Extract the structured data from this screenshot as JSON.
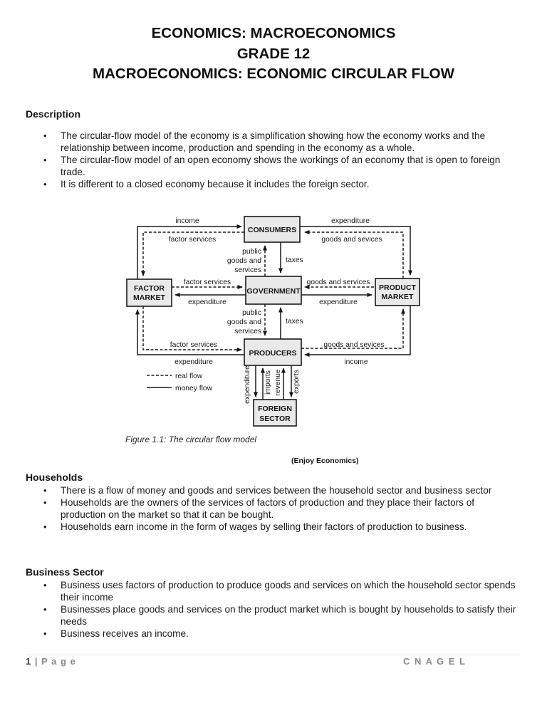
{
  "document": {
    "title_lines": [
      "ECONOMICS: MACROECONOMICS",
      "GRADE 12",
      "MACROECONOMICS: ECONOMIC CIRCULAR FLOW"
    ]
  },
  "glyphs": {
    "bullet": "•"
  },
  "description": {
    "heading": "Description",
    "bullets": [
      "The circular-flow model of the economy is a simplification showing how the economy works and the relationship between income, production and spending in the economy as a whole.",
      "The circular-flow model of an open economy shows the workings of an economy that is open to foreign trade.",
      "It is different to a closed economy because it includes the foreign sector."
    ]
  },
  "diagram": {
    "boxes": {
      "consumers": "CONSUMERS",
      "government": "GOVERNMENT",
      "producers": "PRODUCERS",
      "factor_market": [
        "FACTOR",
        "MARKET"
      ],
      "product_market": [
        "PRODUCT",
        "MARKET"
      ],
      "foreign_sector": [
        "FOREIGN",
        "SECTOR"
      ]
    },
    "flows": {
      "income": "income",
      "factor_services": "factor services",
      "expenditure": "expenditure",
      "goods_and_sevices": "goods and sevices",
      "goods_and_services": "goods and services",
      "public_goods_line1": "public",
      "public_goods_line2": "goods and",
      "public_goods_line3": "services",
      "taxes": "taxes",
      "imports": "imports",
      "revenue": "revenue",
      "exports": "exports"
    },
    "legend": {
      "real": "real flow",
      "money": "money flow"
    },
    "caption": "Figure 1.1: The circular flow model",
    "credit": "(Enjoy Economics)"
  },
  "households": {
    "heading": "Households",
    "bullets": [
      "There is a flow of money and goods and services between the household sector and business sector",
      "Households are the owners of the services of factors of production and they place their factors of production on the market so that it can be bought.",
      "Households earn income in the form of wages by selling their factors of production to business."
    ]
  },
  "business_sector": {
    "heading": "Business Sector",
    "bullets": [
      "Business uses factors of production to produce goods and services on which the household sector spends their income",
      "Businesses place goods and services on the product market which is bought by households to satisfy their needs",
      "Business receives an income."
    ]
  },
  "footer": {
    "page_number": "1",
    "separator": "|",
    "page_word": "P a g e",
    "author": "C  N A G E L"
  }
}
